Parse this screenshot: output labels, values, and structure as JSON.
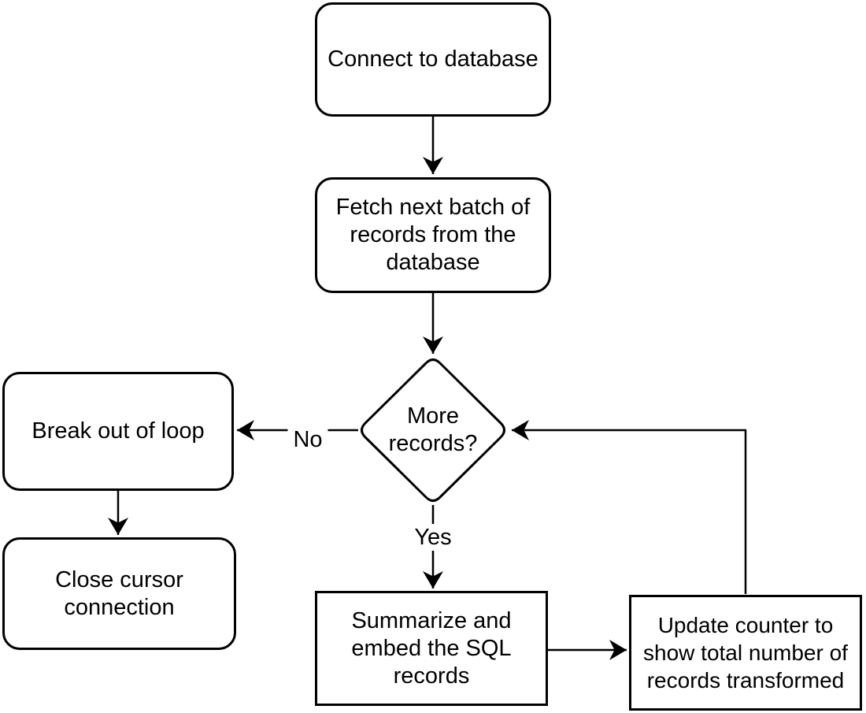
{
  "diagram": {
    "type": "flowchart",
    "colors": {
      "stroke": "#000000",
      "fill": "#ffffff",
      "text": "#000000"
    },
    "nodes": {
      "connect": {
        "label": "Connect to database",
        "shape": "rounded-rectangle"
      },
      "fetch": {
        "label": "Fetch next batch of\nrecords from the\ndatabase",
        "shape": "rounded-rectangle"
      },
      "more_records": {
        "label": "More\nrecords?",
        "shape": "decision-diamond"
      },
      "break_loop": {
        "label": "Break out of loop",
        "shape": "rounded-rectangle"
      },
      "close_cursor": {
        "label": "Close cursor\nconnection",
        "shape": "rounded-rectangle"
      },
      "summarize": {
        "label": "Summarize and\nembed the SQL\nrecords",
        "shape": "rectangle"
      },
      "update_counter": {
        "label": "Update counter to\nshow total number of\nrecords transformed",
        "shape": "rectangle"
      }
    },
    "edges": [
      {
        "from": "connect",
        "to": "fetch",
        "label": ""
      },
      {
        "from": "fetch",
        "to": "more_records",
        "label": ""
      },
      {
        "from": "more_records",
        "to": "break_loop",
        "label": "No"
      },
      {
        "from": "more_records",
        "to": "summarize",
        "label": "Yes"
      },
      {
        "from": "break_loop",
        "to": "close_cursor",
        "label": ""
      },
      {
        "from": "summarize",
        "to": "update_counter",
        "label": ""
      },
      {
        "from": "update_counter",
        "to": "more_records",
        "label": ""
      }
    ]
  }
}
